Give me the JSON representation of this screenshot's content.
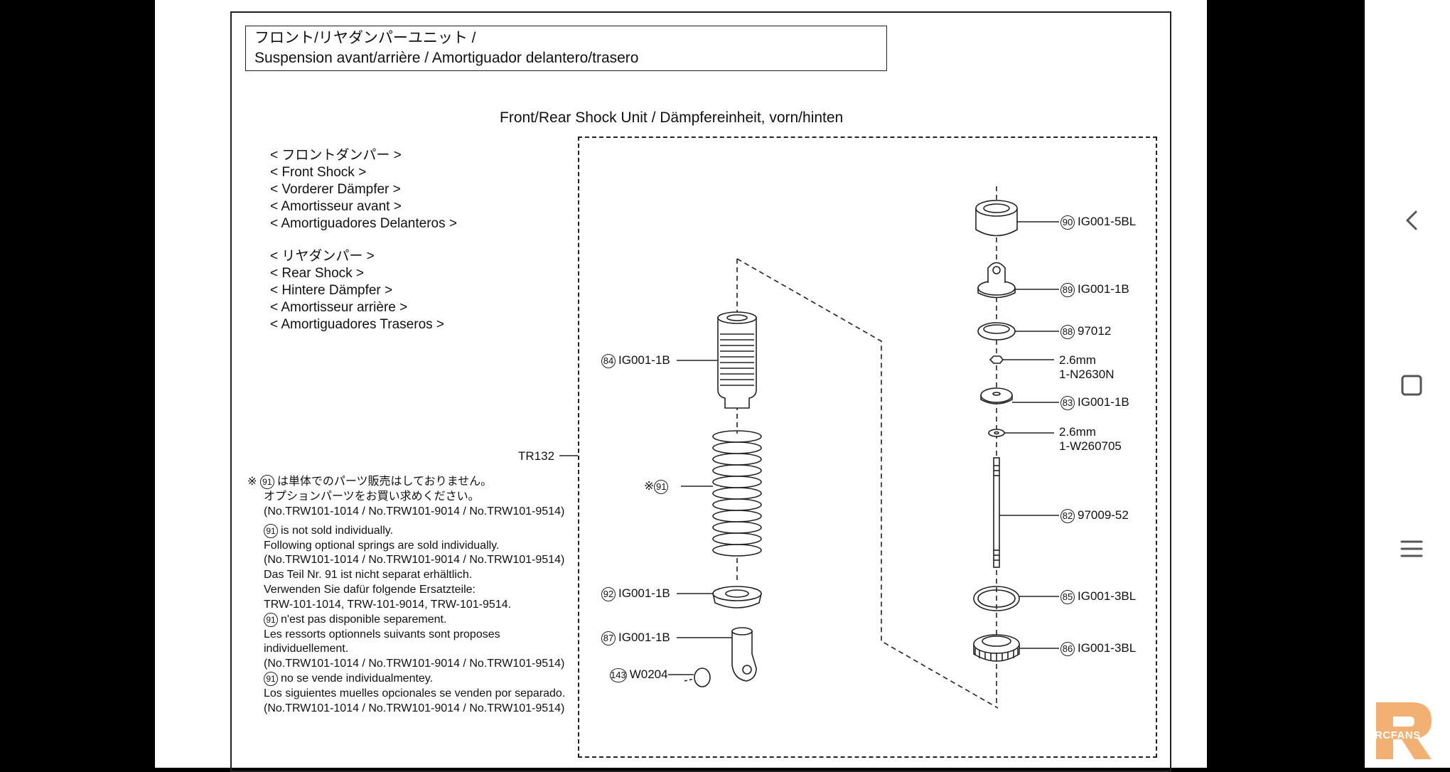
{
  "document": {
    "title_line1": "フロント/リヤダンパーユニット /",
    "title_line2": "Suspension avant/arrière / Amortiguador delantero/trasero",
    "heading": "Front/Rear Shock Unit / Dämpfereinheit, vorn/hinten",
    "front_shock": [
      "< フロントダンパー >",
      "< Front Shock >",
      "< Vorderer Dämpfer >",
      "< Amortisseur avant >",
      "< Amortiguadores Delanteros >"
    ],
    "rear_shock": [
      "< リヤダンパー >",
      "< Rear Shock >",
      "< Hintere Dämpfer >",
      "< Amortisseur arrière >",
      "< Amortiguadores Traseros >"
    ],
    "tr_label": "TR132",
    "note": {
      "mark": "※",
      "num": "91",
      "jp1": "は単体でのパーツ販売はしておりません。",
      "jp2": "オプションパーツをお買い求めください。",
      "jp3": "(No.TRW101-1014 / No.TRW101-9014 / No.TRW101-9514)",
      "en1": "is not sold individually.",
      "en2": "Following optional springs are sold individually.",
      "en3": "(No.TRW101-1014 / No.TRW101-9014 / No.TRW101-9514)",
      "de1": "Das Teil Nr. 91 ist nicht separat erhältlich.",
      "de2": "Verwenden Sie dafür folgende Ersatzteile:",
      "de3": "TRW-101-1014, TRW-101-9014, TRW-101-9514.",
      "fr1": "n'est pas disponible separement.",
      "fr2": "Les ressorts optionnels suivants sont proposes",
      "fr3": "individuellement.",
      "fr4": "(No.TRW101-1014 / No.TRW101-9014 / No.TRW101-9514)",
      "es1": "no se vende individualmentey.",
      "es2": "Los siguientes muelles opcionales se venden por separado.",
      "es3": "(No.TRW101-1014 / No.TRW101-9014 / No.TRW101-9514)"
    },
    "callouts_left": [
      {
        "num": "84",
        "code": "IG001-1B"
      },
      {
        "num": "91",
        "code": "",
        "prefix": "※"
      },
      {
        "num": "92",
        "code": "IG001-1B"
      },
      {
        "num": "87",
        "code": "IG001-1B"
      },
      {
        "num": "143",
        "code": "W0204"
      }
    ],
    "callouts_right": [
      {
        "num": "90",
        "code": "IG001-5BL"
      },
      {
        "num": "89",
        "code": "IG001-1B"
      },
      {
        "num": "88",
        "code": "97012"
      },
      {
        "num": "",
        "code": "2.6mm",
        "code2": "1-N2630N"
      },
      {
        "num": "83",
        "code": "IG001-1B"
      },
      {
        "num": "",
        "code": "2.6mm",
        "code2": "1-W260705"
      },
      {
        "num": "82",
        "code": "97009-52"
      },
      {
        "num": "85",
        "code": "IG001-3BL"
      },
      {
        "num": "86",
        "code": "IG001-3BL"
      }
    ]
  },
  "nav": {
    "back": "back-icon",
    "home": "home-icon",
    "recents": "recents-icon"
  },
  "watermark": {
    "text": "RCFANS"
  }
}
